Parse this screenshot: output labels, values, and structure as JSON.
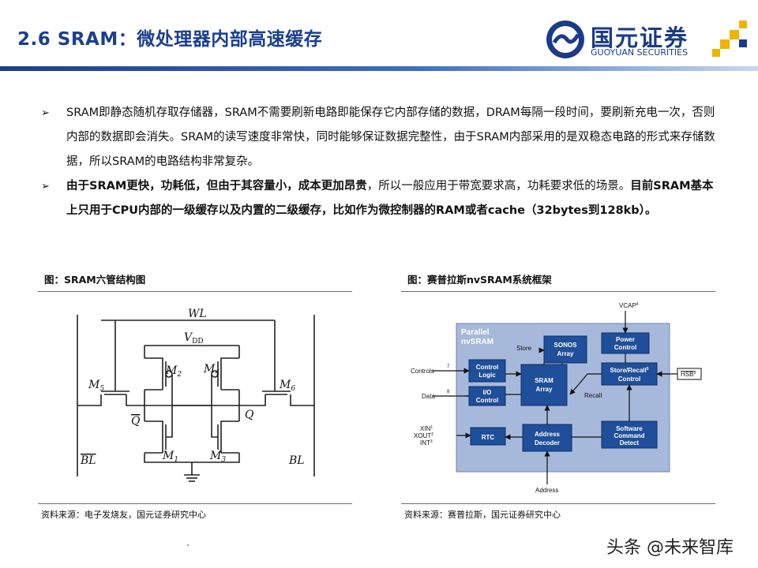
{
  "header": {
    "title": "2.6 SRAM：微处理器内部高速缓存",
    "brand_cn": "国元证券",
    "brand_en": "GUOYUAN SECURITIES",
    "brand_color": "#1b3b8a",
    "accent_color": "#f0b400"
  },
  "bullets": [
    {
      "icon": "arrow-bullet-icon",
      "normal": "SRAM即静态随机存取存储器，SRAM不需要刷新电路即能保存它内部存储的数据，DRAM每隔一段时间，要刷新充电一次，否则内部的数据即会消失。SRAM的读写速度非常快，同时能够保证数据完整性，由于SRAM内部采用的是双稳态电路的形式来存储数据，所以SRAM的电路结构非常复杂。"
    },
    {
      "icon": "arrow-bullet-icon",
      "bold1": "由于SRAM更快，功耗低，但由于其容量小，成本更加昂贵",
      "normal": "，所以一般应用于带宽要求高，功耗要求低的场景。",
      "bold2": "目前SRAM基本上只用于CPU内部的一级缓存以及内置的二级缓存，比如作为微控制器的RAM或者cache（32bytes到128kb）。"
    }
  ],
  "figure_left": {
    "title": "图：SRAM六管结构图",
    "source": "资料来源：电子发烧友，国元证券研究中心",
    "labels": {
      "wl": "WL",
      "vdd": "V",
      "vdd_sub": "DD",
      "m1": "M",
      "m1_sub": "1",
      "m2": "M",
      "m2_sub": "2",
      "m3": "M",
      "m3_sub": "3",
      "m4": "M",
      "m4_sub": "4",
      "m5": "M",
      "m5_sub": "5",
      "m6": "M",
      "m6_sub": "6",
      "qbar": "Q",
      "q": "Q",
      "blbar": "BL",
      "bl": "BL"
    }
  },
  "figure_right": {
    "title": "图：赛普拉斯nvSRAM系统框架",
    "source": "资料来源：赛普拉斯，国元证券研究中心",
    "labels": {
      "parallel": "Parallel",
      "nvsram": "nvSRAM",
      "vcap": "VCAP",
      "vcap_sup": "4",
      "power_control": [
        "Power",
        "Control"
      ],
      "store_recall": [
        "Store/Recall",
        "Control"
      ],
      "store_recall_sup": "5",
      "hsb": "HSB",
      "hsb_sup": "6",
      "sonos": [
        "SONOS",
        "Array"
      ],
      "store": "Store",
      "recall": "Recall",
      "sram_array": [
        "SRAM",
        "Array"
      ],
      "control_logic": [
        "Control",
        "Logic"
      ],
      "io_control": [
        "I/O",
        "Control"
      ],
      "controls": "Controls",
      "controls_bus": "7",
      "data": "Data",
      "data_bus": "8",
      "rtc": "RTC",
      "xin": "XIN",
      "xin_sup": "1",
      "xout": "XOUT",
      "xout_sup": "2",
      "int": "INT",
      "int_sup": "3",
      "address_decoder": [
        "Address",
        "Decoder"
      ],
      "software_cmd": [
        "Software",
        "Command",
        "Detect"
      ],
      "address": "Address"
    },
    "colors": {
      "outer": "#a7b9da",
      "inner_block": "#1f4e9a",
      "block_border": "#0f2f6b"
    }
  },
  "watermark": "头条 @未来智库"
}
